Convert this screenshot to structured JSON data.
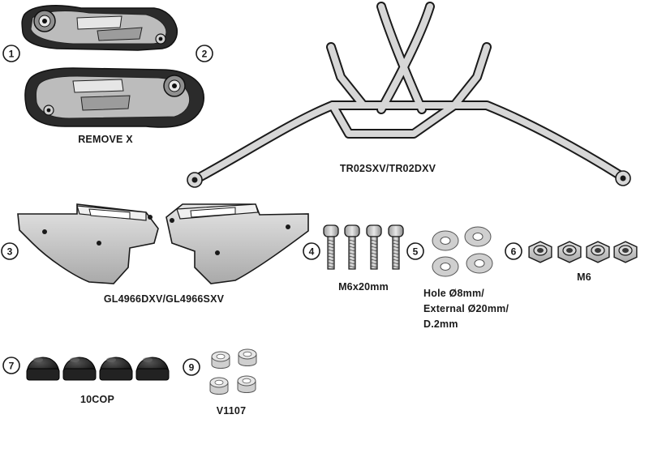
{
  "diagram": {
    "parts": [
      {
        "number": "1",
        "label": "REMOVE X",
        "icon": "cover-panel-left-icon"
      },
      {
        "number": "2",
        "label": "",
        "icon": "cover-panel-right-icon"
      },
      {
        "number": "",
        "label": "TR02SXV/TR02DXV",
        "icon": "tubular-rack-frame-icon"
      },
      {
        "number": "3",
        "label": "GL4966DXV/GL4966SXV",
        "icon": "side-bracket-plates-icon"
      },
      {
        "number": "4",
        "label": "M6x20mm",
        "icon": "screws-icon"
      },
      {
        "number": "5",
        "label_lines": [
          "Hole Ø8mm/",
          "External Ø20mm/",
          "D.2mm"
        ],
        "icon": "washers-icon"
      },
      {
        "number": "6",
        "label": "M6",
        "icon": "nuts-icon"
      },
      {
        "number": "7",
        "label": "10COP",
        "icon": "caps-icon"
      },
      {
        "number": "9",
        "label": "V1107",
        "icon": "spacers-icon"
      }
    ]
  },
  "colors": {
    "metal": "#c9c9c9",
    "dark": "#1a1a1a",
    "rubber": "#2a2a2a"
  }
}
